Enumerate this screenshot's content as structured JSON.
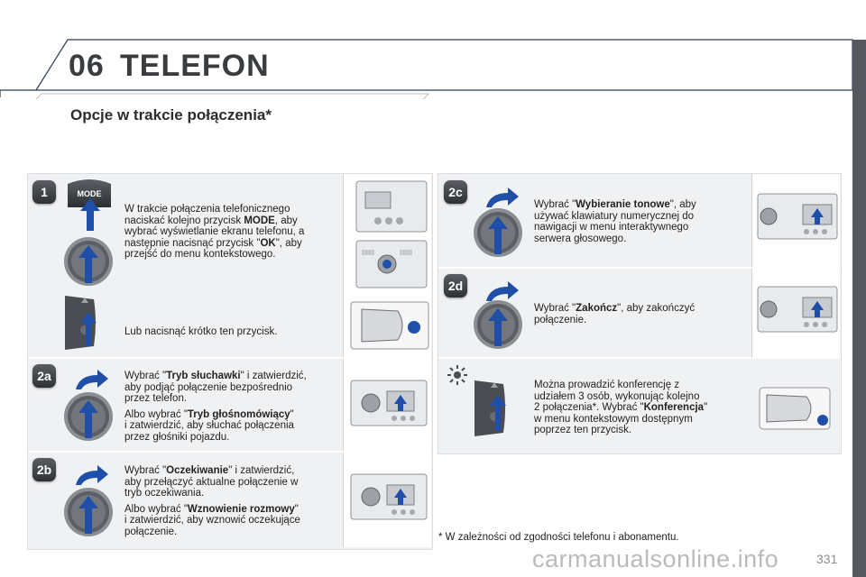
{
  "header": {
    "chapter_number": "06",
    "chapter_title": "TELEFON"
  },
  "section": {
    "title": "Opcje w trakcie połączenia*"
  },
  "left": {
    "step1": {
      "badge": "1",
      "mode_label": "MODE",
      "text_a": [
        "W trakcie połączenia telefonicznego",
        "naciskać kolejno przycisk ",
        "MODE",
        ", aby",
        "wybrać wyświetlanie ekranu telefonu, a",
        "następnie nacisnąć przycisk \"",
        "OK",
        "\", aby",
        "przejść do menu kontekstowego."
      ],
      "text_b": "Lub nacisnąć krótko ten przycisk."
    },
    "step2a": {
      "badge": "2a",
      "p1": [
        "Wybrać \"",
        "Tryb słuchawki",
        "\" i zatwierdzić,",
        "aby podjąć połączenie bezpośrednio",
        "przez telefon."
      ],
      "p2": [
        "Albo wybrać \"",
        "Tryb głośnomówiący",
        "\"",
        "i zatwierdzić, aby słuchać połączenia",
        "przez głośniki pojazdu."
      ]
    },
    "step2b": {
      "badge": "2b",
      "p1": [
        "Wybrać \"",
        "Oczekiwanie",
        "\" i zatwierdzić,",
        "aby przełączyć aktualne połączenie w",
        "tryb oczekiwania."
      ],
      "p2": [
        "Albo wybrać \"",
        "Wznowienie rozmowy",
        "\"",
        "i zatwierdzić, aby wznowić oczekujące",
        "połączenie."
      ]
    }
  },
  "right": {
    "step2c": {
      "badge": "2c",
      "text": [
        "Wybrać \"",
        "Wybieranie tonowe",
        "\", aby",
        "używać klawiatury numerycznej do",
        "nawigacji w menu interaktywnego",
        "serwera głosowego."
      ]
    },
    "step2d": {
      "badge": "2d",
      "text": [
        "Wybrać \"",
        "Zakończ",
        "\", aby zakończyć",
        "połączenie."
      ]
    },
    "tip": {
      "text": [
        "Można prowadzić konferencję z",
        "udziałem 3 osób, wykonując kolejno",
        "2 połączenia*. Wybrać \"",
        "Konferencja",
        "\"",
        "w menu kontekstowym dostępnym",
        "poprzez ten przycisk."
      ]
    }
  },
  "footnote": "* W zależności od zgodności telefonu i abonamentu.",
  "page_number": "331",
  "watermark": "carmanualsonline.info",
  "colors": {
    "arrow_blue": "#1f4fa8",
    "knob_grey": "#6e7277",
    "panel_bg": "#f0f1f2",
    "title_grey": "#3a3d40",
    "sidebar": "#55595d"
  }
}
